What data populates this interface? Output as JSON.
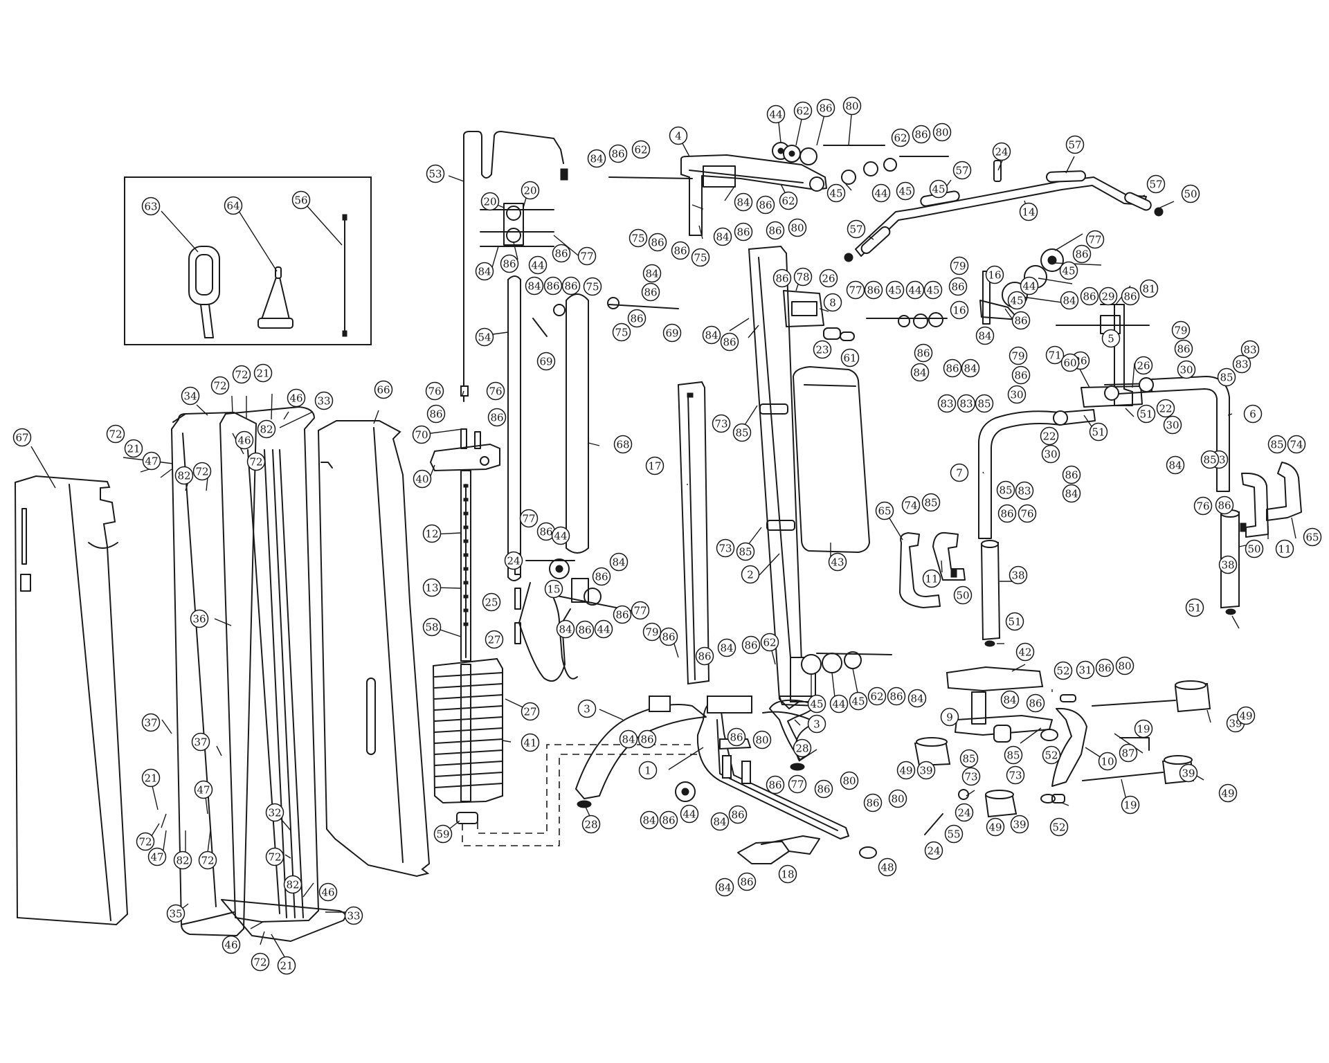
{
  "diagram": {
    "callouts": [
      {
        "id": "c-67",
        "label": "67"
      },
      {
        "id": "c-34",
        "label": "34"
      },
      {
        "id": "c-72a",
        "label": "72"
      },
      {
        "id": "c-72b",
        "label": "72"
      },
      {
        "id": "c-21a",
        "label": "21"
      },
      {
        "id": "c-46a",
        "label": "46"
      },
      {
        "id": "c-33a",
        "label": "33"
      },
      {
        "id": "c-66",
        "label": "66"
      },
      {
        "id": "c-72c",
        "label": "72"
      },
      {
        "id": "c-21b",
        "label": "21"
      },
      {
        "id": "c-47a",
        "label": "47"
      },
      {
        "id": "c-82a",
        "label": "82"
      },
      {
        "id": "c-72d",
        "label": "72"
      },
      {
        "id": "c-72e",
        "label": "72"
      },
      {
        "id": "c-82b",
        "label": "82"
      },
      {
        "id": "c-46b",
        "label": "46"
      },
      {
        "id": "c-36",
        "label": "36"
      },
      {
        "id": "c-37a",
        "label": "37"
      },
      {
        "id": "c-37b",
        "label": "37"
      },
      {
        "id": "c-21c",
        "label": "21"
      },
      {
        "id": "c-47b",
        "label": "47"
      },
      {
        "id": "c-32",
        "label": "32"
      },
      {
        "id": "c-72f",
        "label": "72"
      },
      {
        "id": "c-47c",
        "label": "47"
      },
      {
        "id": "c-82c",
        "label": "82"
      },
      {
        "id": "c-72g",
        "label": "72"
      },
      {
        "id": "c-72h",
        "label": "72"
      },
      {
        "id": "c-82d",
        "label": "82"
      },
      {
        "id": "c-46c",
        "label": "46"
      },
      {
        "id": "c-35",
        "label": "35"
      },
      {
        "id": "c-33b",
        "label": "33"
      },
      {
        "id": "c-46d",
        "label": "46"
      },
      {
        "id": "c-72i",
        "label": "72"
      },
      {
        "id": "c-21d",
        "label": "21"
      },
      {
        "id": "c-63",
        "label": "63"
      },
      {
        "id": "c-64",
        "label": "64"
      },
      {
        "id": "c-56",
        "label": "56"
      },
      {
        "id": "c-53",
        "label": "53"
      },
      {
        "id": "c-20a",
        "label": "20"
      },
      {
        "id": "c-20b",
        "label": "20"
      },
      {
        "id": "c-86a",
        "label": "86"
      },
      {
        "id": "c-77a",
        "label": "77"
      },
      {
        "id": "c-84a",
        "label": "84"
      },
      {
        "id": "c-86b",
        "label": "86"
      },
      {
        "id": "c-44a",
        "label": "44"
      },
      {
        "id": "c-54",
        "label": "54"
      },
      {
        "id": "c-84b",
        "label": "84"
      },
      {
        "id": "c-86c",
        "label": "86"
      },
      {
        "id": "c-86d",
        "label": "86"
      },
      {
        "id": "c-75a",
        "label": "75"
      },
      {
        "id": "c-84c",
        "label": "84"
      },
      {
        "id": "c-86e",
        "label": "86"
      },
      {
        "id": "c-86f",
        "label": "86"
      },
      {
        "id": "c-75b",
        "label": "75"
      },
      {
        "id": "c-69a",
        "label": "69"
      },
      {
        "id": "c-69b",
        "label": "69"
      },
      {
        "id": "c-76a",
        "label": "76"
      },
      {
        "id": "c-76b",
        "label": "76"
      },
      {
        "id": "c-86g",
        "label": "86"
      },
      {
        "id": "c-86h",
        "label": "86"
      },
      {
        "id": "c-70",
        "label": "70"
      },
      {
        "id": "c-40",
        "label": "40"
      },
      {
        "id": "c-68",
        "label": "68"
      },
      {
        "id": "c-12",
        "label": "12"
      },
      {
        "id": "c-77b",
        "label": "77"
      },
      {
        "id": "c-86i",
        "label": "86"
      },
      {
        "id": "c-44b",
        "label": "44"
      },
      {
        "id": "c-24a",
        "label": "24"
      },
      {
        "id": "c-86j",
        "label": "86"
      },
      {
        "id": "c-84d",
        "label": "84"
      },
      {
        "id": "c-13",
        "label": "13"
      },
      {
        "id": "c-15a",
        "label": "15"
      },
      {
        "id": "c-25a",
        "label": "25"
      },
      {
        "id": "c-86k",
        "label": "86"
      },
      {
        "id": "c-77c",
        "label": "77"
      },
      {
        "id": "c-84e",
        "label": "84"
      },
      {
        "id": "c-86l",
        "label": "86"
      },
      {
        "id": "c-44c",
        "label": "44"
      },
      {
        "id": "c-58",
        "label": "58"
      },
      {
        "id": "c-27a",
        "label": "27"
      },
      {
        "id": "c-27b",
        "label": "27"
      },
      {
        "id": "c-41",
        "label": "41"
      },
      {
        "id": "c-59",
        "label": "59"
      },
      {
        "id": "c-4",
        "label": "4"
      },
      {
        "id": "c-44d",
        "label": "44"
      },
      {
        "id": "c-62a",
        "label": "62"
      },
      {
        "id": "c-86m",
        "label": "86"
      },
      {
        "id": "c-80a",
        "label": "80"
      },
      {
        "id": "c-84f",
        "label": "84"
      },
      {
        "id": "c-86n",
        "label": "86"
      },
      {
        "id": "c-62b",
        "label": "62"
      },
      {
        "id": "c-62c",
        "label": "62"
      },
      {
        "id": "c-86o",
        "label": "86"
      },
      {
        "id": "c-80b",
        "label": "80"
      },
      {
        "id": "c-45a",
        "label": "45"
      },
      {
        "id": "c-45b",
        "label": "45"
      },
      {
        "id": "c-44e",
        "label": "44"
      },
      {
        "id": "c-45c",
        "label": "45"
      },
      {
        "id": "c-84g",
        "label": "84"
      },
      {
        "id": "c-86p",
        "label": "86"
      },
      {
        "id": "c-62d",
        "label": "62"
      },
      {
        "id": "c-75c",
        "label": "75"
      },
      {
        "id": "c-86q",
        "label": "86"
      },
      {
        "id": "c-86r",
        "label": "86"
      },
      {
        "id": "c-75d",
        "label": "75"
      },
      {
        "id": "c-84h",
        "label": "84"
      },
      {
        "id": "c-86s",
        "label": "86"
      },
      {
        "id": "c-86t",
        "label": "86"
      },
      {
        "id": "c-80c",
        "label": "80"
      },
      {
        "id": "c-86u",
        "label": "86"
      },
      {
        "id": "c-78a",
        "label": "78"
      },
      {
        "id": "c-26a",
        "label": "26"
      },
      {
        "id": "c-8",
        "label": "8"
      },
      {
        "id": "c-84i",
        "label": "84"
      },
      {
        "id": "c-86v",
        "label": "86"
      },
      {
        "id": "c-23",
        "label": "23"
      },
      {
        "id": "c-61a",
        "label": "61"
      },
      {
        "id": "c-73a",
        "label": "73"
      },
      {
        "id": "c-85a",
        "label": "85"
      },
      {
        "id": "c-17",
        "label": "17"
      },
      {
        "id": "c-43",
        "label": "43"
      },
      {
        "id": "c-73b",
        "label": "73"
      },
      {
        "id": "c-85b",
        "label": "85"
      },
      {
        "id": "c-2",
        "label": "2"
      },
      {
        "id": "c-79a",
        "label": "79"
      },
      {
        "id": "c-86w",
        "label": "86"
      },
      {
        "id": "c-86x",
        "label": "86"
      },
      {
        "id": "c-84j",
        "label": "84"
      },
      {
        "id": "c-86y",
        "label": "86"
      },
      {
        "id": "c-62e",
        "label": "62"
      },
      {
        "id": "c-45d",
        "label": "45"
      },
      {
        "id": "c-44f",
        "label": "44"
      },
      {
        "id": "c-45e",
        "label": "45"
      },
      {
        "id": "c-62f",
        "label": "62"
      },
      {
        "id": "c-86z",
        "label": "86"
      },
      {
        "id": "c-84k",
        "label": "84"
      },
      {
        "id": "c-3a",
        "label": "3"
      },
      {
        "id": "c-3b",
        "label": "3"
      },
      {
        "id": "c-84l",
        "label": "84"
      },
      {
        "id": "c-86aa",
        "label": "86"
      },
      {
        "id": "c-86ab",
        "label": "86"
      },
      {
        "id": "c-80d",
        "label": "80"
      },
      {
        "id": "c-28a",
        "label": "28"
      },
      {
        "id": "c-28b",
        "label": "28"
      },
      {
        "id": "c-1",
        "label": "1"
      },
      {
        "id": "c-86ac",
        "label": "86"
      },
      {
        "id": "c-77d",
        "label": "77"
      },
      {
        "id": "c-84m",
        "label": "84"
      },
      {
        "id": "c-86ad",
        "label": "86"
      },
      {
        "id": "c-44g",
        "label": "44"
      },
      {
        "id": "c-86ae",
        "label": "86"
      },
      {
        "id": "c-80e",
        "label": "80"
      },
      {
        "id": "c-84n",
        "label": "84"
      },
      {
        "id": "c-86af",
        "label": "86"
      },
      {
        "id": "c-86ag",
        "label": "86"
      },
      {
        "id": "c-80f",
        "label": "80"
      },
      {
        "id": "c-18",
        "label": "18"
      },
      {
        "id": "c-84o",
        "label": "84"
      },
      {
        "id": "c-86ah",
        "label": "86"
      },
      {
        "id": "c-48",
        "label": "48"
      },
      {
        "id": "c-24b",
        "label": "24"
      },
      {
        "id": "c-57a",
        "label": "57"
      },
      {
        "id": "c-57b",
        "label": "57"
      },
      {
        "id": "c-57c",
        "label": "57"
      },
      {
        "id": "c-57d",
        "label": "57"
      },
      {
        "id": "c-50a",
        "label": "50"
      },
      {
        "id": "c-14",
        "label": "14"
      },
      {
        "id": "c-77e",
        "label": "77"
      },
      {
        "id": "c-86ai",
        "label": "86"
      },
      {
        "id": "c-45f",
        "label": "45"
      },
      {
        "id": "c-79b",
        "label": "79"
      },
      {
        "id": "c-16a",
        "label": "16"
      },
      {
        "id": "c-44h",
        "label": "44"
      },
      {
        "id": "c-45g",
        "label": "45"
      },
      {
        "id": "c-77f",
        "label": "77"
      },
      {
        "id": "c-86aj",
        "label": "86"
      },
      {
        "id": "c-45h",
        "label": "45"
      },
      {
        "id": "c-44i",
        "label": "44"
      },
      {
        "id": "c-45i",
        "label": "45"
      },
      {
        "id": "c-86ak",
        "label": "86"
      },
      {
        "id": "c-16b",
        "label": "16"
      },
      {
        "id": "c-86al",
        "label": "86"
      },
      {
        "id": "c-84p",
        "label": "84"
      },
      {
        "id": "c-86am",
        "label": "86"
      },
      {
        "id": "c-84q",
        "label": "84"
      },
      {
        "id": "c-86an",
        "label": "86"
      },
      {
        "id": "c-84r",
        "label": "84"
      },
      {
        "id": "c-84s",
        "label": "84"
      },
      {
        "id": "c-86ao",
        "label": "86"
      },
      {
        "id": "c-29",
        "label": "29"
      },
      {
        "id": "c-86ap",
        "label": "86"
      },
      {
        "id": "c-81",
        "label": "81"
      },
      {
        "id": "c-5",
        "label": "5"
      },
      {
        "id": "c-79c",
        "label": "79"
      },
      {
        "id": "c-71",
        "label": "71"
      },
      {
        "id": "c-26b",
        "label": "26"
      },
      {
        "id": "c-60",
        "label": "60"
      },
      {
        "id": "c-26c",
        "label": "26"
      },
      {
        "id": "c-86aq",
        "label": "86"
      },
      {
        "id": "c-30a",
        "label": "30"
      },
      {
        "id": "c-79d",
        "label": "79"
      },
      {
        "id": "c-86ar",
        "label": "86"
      },
      {
        "id": "c-30b",
        "label": "30"
      },
      {
        "id": "c-83a",
        "label": "83"
      },
      {
        "id": "c-83b",
        "label": "83"
      },
      {
        "id": "c-85c",
        "label": "85"
      },
      {
        "id": "c-83c",
        "label": "83"
      },
      {
        "id": "c-83d",
        "label": "83"
      },
      {
        "id": "c-85d",
        "label": "85"
      },
      {
        "id": "c-51a",
        "label": "51"
      },
      {
        "id": "c-51b",
        "label": "51"
      },
      {
        "id": "c-22a",
        "label": "22"
      },
      {
        "id": "c-30c",
        "label": "30"
      },
      {
        "id": "c-22b",
        "label": "22"
      },
      {
        "id": "c-30d",
        "label": "30"
      },
      {
        "id": "c-86as",
        "label": "86"
      },
      {
        "id": "c-84t",
        "label": "84"
      },
      {
        "id": "c-84u",
        "label": "84"
      },
      {
        "id": "c-6",
        "label": "6"
      },
      {
        "id": "c-7",
        "label": "7"
      },
      {
        "id": "c-65a",
        "label": "65"
      },
      {
        "id": "c-74a",
        "label": "74"
      },
      {
        "id": "c-85e",
        "label": "85"
      },
      {
        "id": "c-83e",
        "label": "83"
      },
      {
        "id": "c-85f",
        "label": "85"
      },
      {
        "id": "c-86at",
        "label": "86"
      },
      {
        "id": "c-76c",
        "label": "76"
      },
      {
        "id": "c-11a",
        "label": "11"
      },
      {
        "id": "c-50b",
        "label": "50"
      },
      {
        "id": "c-38a",
        "label": "38"
      },
      {
        "id": "c-51c",
        "label": "51"
      },
      {
        "id": "c-85g",
        "label": "85"
      },
      {
        "id": "c-74b",
        "label": "74"
      },
      {
        "id": "c-83f",
        "label": "83"
      },
      {
        "id": "c-85h",
        "label": "85"
      },
      {
        "id": "c-76d",
        "label": "76"
      },
      {
        "id": "c-86au",
        "label": "86"
      },
      {
        "id": "c-50c",
        "label": "50"
      },
      {
        "id": "c-11b",
        "label": "11"
      },
      {
        "id": "c-65b",
        "label": "65"
      },
      {
        "id": "c-38b",
        "label": "38"
      },
      {
        "id": "c-51d",
        "label": "51"
      },
      {
        "id": "c-42",
        "label": "42"
      },
      {
        "id": "c-52a",
        "label": "52"
      },
      {
        "id": "c-31",
        "label": "31"
      },
      {
        "id": "c-86av",
        "label": "86"
      },
      {
        "id": "c-80g",
        "label": "80"
      },
      {
        "id": "c-9",
        "label": "9"
      },
      {
        "id": "c-84v",
        "label": "84"
      },
      {
        "id": "c-86aw",
        "label": "86"
      },
      {
        "id": "c-19a",
        "label": "19"
      },
      {
        "id": "c-39a",
        "label": "39"
      },
      {
        "id": "c-49a",
        "label": "49"
      },
      {
        "id": "c-85i",
        "label": "85"
      },
      {
        "id": "c-52b",
        "label": "52"
      },
      {
        "id": "c-87",
        "label": "87"
      },
      {
        "id": "c-10",
        "label": "10"
      },
      {
        "id": "c-49b",
        "label": "49"
      },
      {
        "id": "c-39b",
        "label": "39"
      },
      {
        "id": "c-85j",
        "label": "85"
      },
      {
        "id": "c-73c",
        "label": "73"
      },
      {
        "id": "c-73d",
        "label": "73"
      },
      {
        "id": "c-39c",
        "label": "39"
      },
      {
        "id": "c-49c",
        "label": "49"
      },
      {
        "id": "c-24c",
        "label": "24"
      },
      {
        "id": "c-55",
        "label": "55"
      },
      {
        "id": "c-24d",
        "label": "24"
      },
      {
        "id": "c-49d",
        "label": "49"
      },
      {
        "id": "c-39d",
        "label": "39"
      },
      {
        "id": "c-52c",
        "label": "52"
      },
      {
        "id": "c-19b",
        "label": "19"
      }
    ]
  }
}
